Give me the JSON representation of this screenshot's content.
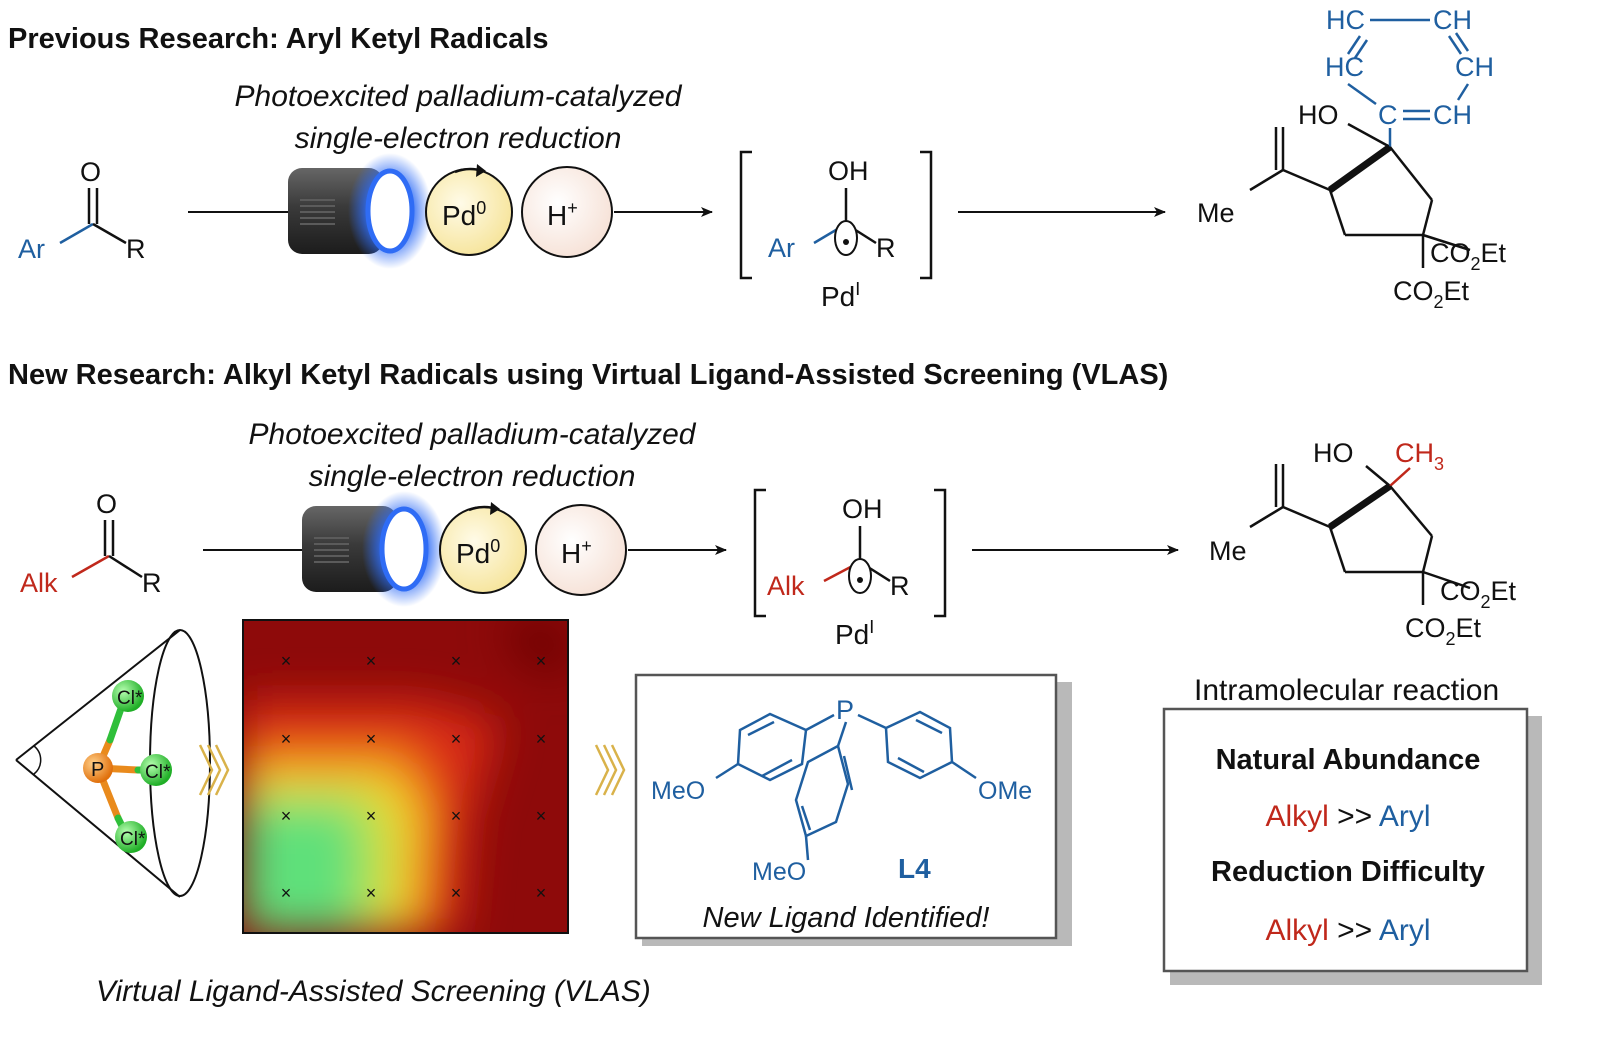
{
  "colors": {
    "blue": "#1f5fa0",
    "red": "#c0281b",
    "black": "#111111",
    "glow": "#2f6cf5",
    "pd_fill": "#fbefb0",
    "h_fill": "#faeae0",
    "chlorine": "#3fd63f",
    "phosphorus": "#f28a1e"
  },
  "previous": {
    "heading": "Previous Research: Aryl Ketyl Radicals",
    "arrow_caption_1": "Photoexcited palladium-catalyzed",
    "arrow_caption_2": "single-electron reduction",
    "reactant": {
      "o": "O",
      "ar": "Ar",
      "r": "R"
    },
    "catalyst": {
      "pd": "Pd",
      "pd_sup": "0",
      "h": "H",
      "h_sup": "+"
    },
    "intermediate": {
      "oh": "OH",
      "ar": "Ar",
      "r": "R",
      "pd": "Pd",
      "pd_sup": "I"
    },
    "product": {
      "ho": "HO",
      "me": "Me",
      "ester1": "CO",
      "ester1_sub": "2",
      "ester1_end": "Et",
      "ester2": "CO",
      "ester2_sub": "2",
      "ester2_end": "Et",
      "hc1": "HC",
      "ch1": "CH",
      "hc2": "HC",
      "ch2": "CH",
      "c": "C",
      "ch3": "CH"
    }
  },
  "new": {
    "heading": "New Research: Alkyl Ketyl Radicals using Virtual Ligand-Assisted Screening (VLAS)",
    "arrow_caption_1": "Photoexcited palladium-catalyzed",
    "arrow_caption_2": "single-electron reduction",
    "reactant": {
      "o": "O",
      "alk": "Alk",
      "r": "R"
    },
    "catalyst": {
      "pd": "Pd",
      "pd_sup": "0",
      "h": "H",
      "h_sup": "+"
    },
    "intermediate": {
      "oh": "OH",
      "alk": "Alk",
      "r": "R",
      "pd": "Pd",
      "pd_sup": "I"
    },
    "product": {
      "ho": "HO",
      "ch3": "CH",
      "ch3_sub": "3",
      "me": "Me",
      "ester1": "CO",
      "ester1_sub": "2",
      "ester1_end": "Et",
      "ester2": "CO",
      "ester2_sub": "2",
      "ester2_end": "Et"
    },
    "product_caption": "Intramolecular reaction"
  },
  "cone": {
    "p": "P",
    "cl1": "Cl*",
    "cl2": "Cl*",
    "cl3": "Cl*"
  },
  "vlas_caption": "Virtual Ligand-Assisted Screening (VLAS)",
  "heatmap": {
    "marker": "×",
    "grid": "4x4"
  },
  "ligand": {
    "p": "P",
    "meo_left": "MeO",
    "ome_right": "OMe",
    "meo_bottom": "MeO",
    "label": "L4",
    "caption": "New Ligand Identified!"
  },
  "comparison": {
    "abundance_title": "Natural Abundance",
    "abundance_alkyl": "Alkyl",
    "abundance_op": ">>",
    "abundance_aryl": "Aryl",
    "difficulty_title": "Reduction Difficulty",
    "difficulty_alkyl": "Alkyl",
    "difficulty_op": ">>",
    "difficulty_aryl": "Aryl"
  }
}
